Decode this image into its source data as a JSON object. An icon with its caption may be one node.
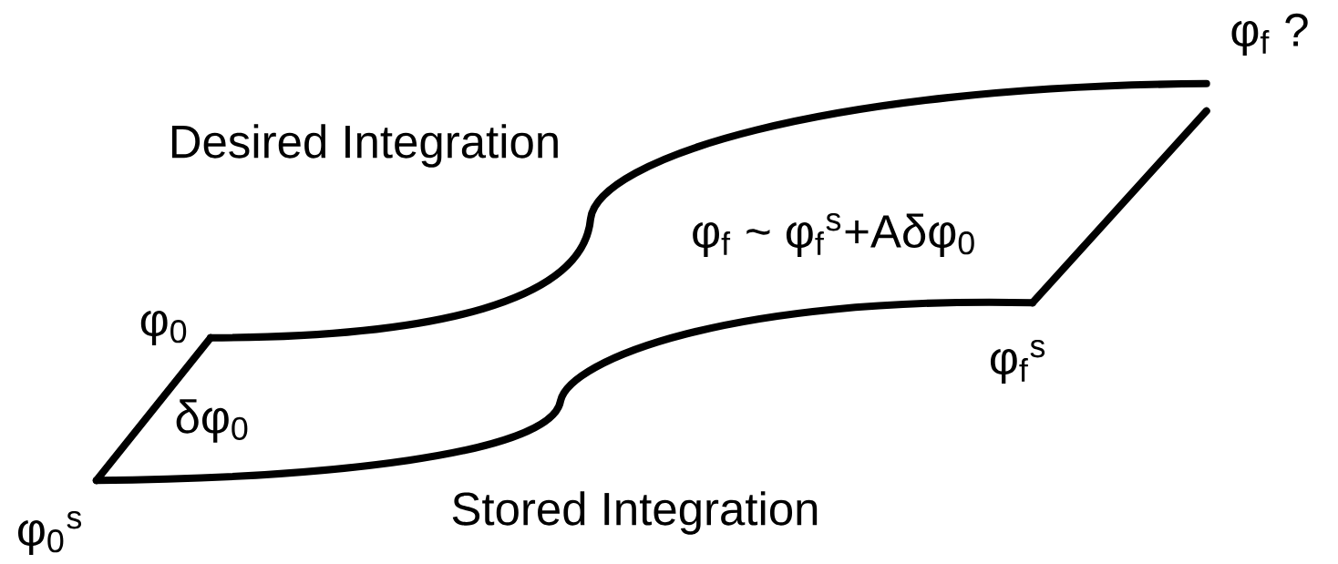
{
  "diagram": {
    "nodes": [
      {
        "text": [
          "φ$_{0}$"
        ]
      },
      {
        "text": [
          "φ$_{0}$$^{s}$"
        ]
      },
      {
        "text": [
          "φ$_{f}$$^{s}$"
        ]
      },
      {
        "text": [
          "φ$_{f}$ ?"
        ]
      }
    ],
    "edges": [
      {
        "from": 0,
        "to": 3,
        "arrow": "none",
        "label": "Desired Integration"
      },
      {
        "from": 0,
        "to": 1,
        "arrow": "none",
        "label": "δφ$_{0}$"
      },
      {
        "from": 1,
        "to": 2,
        "arrow": "none",
        "label": "Stored Integration"
      },
      {
        "from": 2,
        "to": 3,
        "arrow": "none"
      }
    ],
    "labels": [
      "φ$_{f}$ ~ φ$_{f}$$^{s}$+Aδφ$_{0}$"
    ]
  }
}
